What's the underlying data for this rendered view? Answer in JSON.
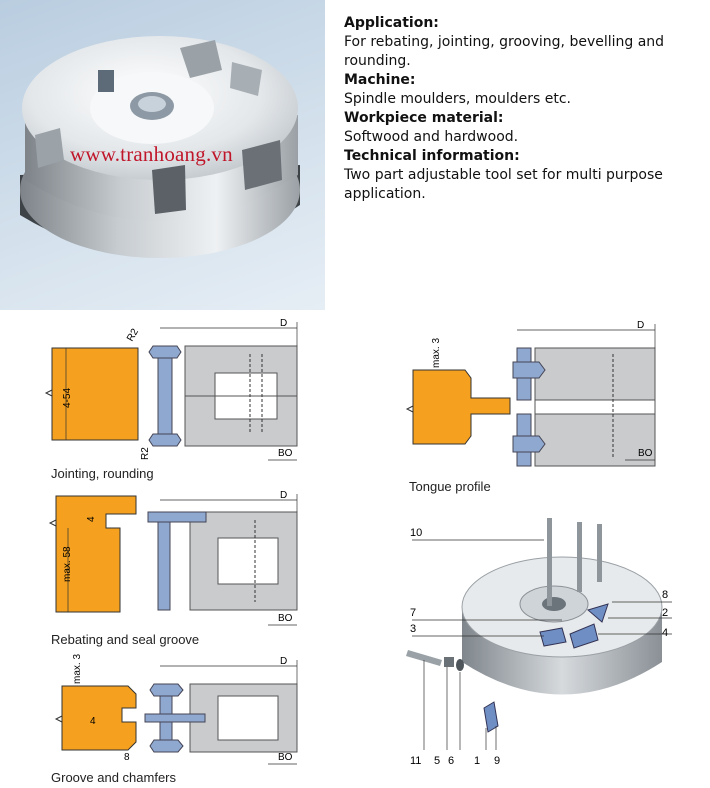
{
  "photo": {
    "watermark": "www.tranhoang.vn"
  },
  "spec": {
    "application_label": "Application:",
    "application_text": "For rebating, jointing, grooving, bevelling and rounding.",
    "machine_label": "Machine:",
    "machine_text": "Spindle moulders, moulders etc.",
    "workpiece_label": "Workpiece material:",
    "workpiece_text": "Softwood and hardwood.",
    "technical_label": "Technical information:",
    "technical_text": "Two part adjustable tool set for multi purpose application."
  },
  "diagrams": {
    "jointing": {
      "caption": "Jointing, rounding",
      "dim_d": "D",
      "dim_bo": "BO",
      "r_top": "R2",
      "r_bottom": "R2",
      "height": "4-54"
    },
    "rebating": {
      "caption": "Rebating and seal groove",
      "dim_d": "D",
      "dim_bo": "BO",
      "height": "max. 58",
      "depth": "4"
    },
    "groove": {
      "caption": "Groove and chamfers",
      "dim_d": "D",
      "dim_bo": "BO",
      "max": "max. 3",
      "width": "4",
      "depth": "8"
    },
    "tongue": {
      "caption": "Tongue profile",
      "dim_d": "D",
      "dim_bo": "BO",
      "max": "max. 3"
    },
    "exploded": {
      "parts": [
        "10",
        "7",
        "3",
        "8",
        "2",
        "4",
        "11",
        "5",
        "6",
        "1",
        "9"
      ]
    }
  },
  "colors": {
    "workpiece": "#f5a01e",
    "tool_blue": "#8fa8d0",
    "body_grey": "#c9cbcd",
    "watermark": "#c0162a"
  }
}
